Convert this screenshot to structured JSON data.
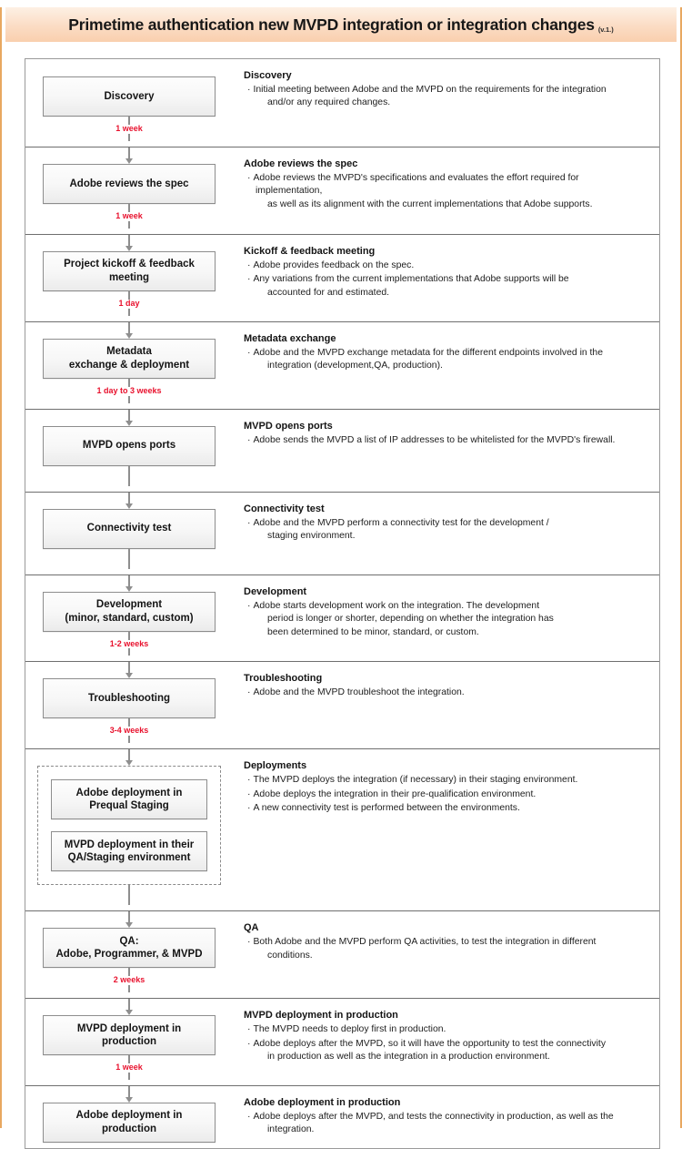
{
  "header": {
    "title": "Primetime authentication new MVPD integration or integration changes",
    "version": "(v.1.)"
  },
  "colors": {
    "accent_orange": "#e8a860",
    "header_band": "#f9cfae",
    "duration_red": "#e8112d",
    "box_border": "#8d8d8d",
    "row_divider": "#6f6f6f"
  },
  "stages": [
    {
      "box": "Discovery",
      "duration_after": "1 week",
      "desc_title": "Discovery",
      "desc_items": [
        {
          "main": "Initial meeting between Adobe and the MVPD on the requirements for the integration",
          "cont": "and/or any required changes."
        }
      ]
    },
    {
      "box": "Adobe reviews the spec",
      "duration_after": "1 week",
      "desc_title": "Adobe reviews the spec",
      "desc_items": [
        {
          "main": "Adobe reviews the MVPD's specifications and evaluates the effort required for implementation,",
          "cont": "as well as its alignment with the current implementations that Adobe supports."
        }
      ]
    },
    {
      "box": "Project kickoff & feedback\nmeeting",
      "duration_after": "1 day",
      "desc_title": "Kickoff & feedback meeting",
      "desc_items": [
        {
          "main": "Adobe provides feedback on the spec.",
          "cont": ""
        },
        {
          "main": "Any variations from the current implementations that Adobe supports will be",
          "cont": "accounted for and estimated."
        }
      ]
    },
    {
      "box": "Metadata\nexchange & deployment",
      "duration_after": "1 day to 3 weeks",
      "desc_title": "Metadata exchange",
      "desc_items": [
        {
          "main": "Adobe and the MVPD exchange metadata for the different endpoints involved in the",
          "cont": "integration (development,QA, production)."
        }
      ]
    },
    {
      "box": "MVPD opens ports",
      "duration_after": "",
      "desc_title": "MVPD opens ports",
      "desc_items": [
        {
          "main": "Adobe sends the MVPD a list of IP addresses to be whitelisted for the MVPD's firewall.",
          "cont": ""
        }
      ]
    },
    {
      "box": "Connectivity test",
      "duration_after": "",
      "desc_title": "Connectivity test",
      "desc_items": [
        {
          "main": "Adobe and the MVPD perform a connectivity test for the development /",
          "cont": "staging environment."
        }
      ]
    },
    {
      "box": "Development\n(minor, standard, custom)",
      "duration_after": "1-2 weeks",
      "desc_title": "Development",
      "desc_items": [
        {
          "main": "Adobe starts development work on the integration. The development",
          "cont": "period is longer or shorter, depending on whether the integration has"
        },
        {
          "main": "",
          "cont": "been determined to be minor, standard, or custom."
        }
      ]
    },
    {
      "box": "Troubleshooting",
      "duration_after": "3-4 weeks",
      "desc_title": "Troubleshooting",
      "desc_items": [
        {
          "main": "Adobe and the MVPD troubleshoot the integration.",
          "cont": ""
        }
      ]
    },
    {
      "box_group": [
        "Adobe deployment in\nPrequal Staging",
        "MVPD deployment in their\nQA/Staging environment"
      ],
      "duration_after": "",
      "desc_title": "Deployments",
      "desc_items": [
        {
          "main": "The MVPD deploys the integration (if necessary) in their staging environment.",
          "cont": ""
        },
        {
          "main": "Adobe deploys the integration in their pre-qualification environment.",
          "cont": ""
        },
        {
          "main": "A new connectivity test is performed between the environments.",
          "cont": ""
        }
      ]
    },
    {
      "box": "QA:\nAdobe, Programmer, & MVPD",
      "duration_after": "2 weeks",
      "desc_title": "QA",
      "desc_items": [
        {
          "main": "Both Adobe and the MVPD perform QA activities, to test the integration in different",
          "cont": "conditions."
        }
      ]
    },
    {
      "box": "MVPD deployment in production",
      "duration_after": "1 week",
      "desc_title": "MVPD deployment in production",
      "desc_items": [
        {
          "main": "The MVPD needs to deploy first in production.",
          "cont": ""
        },
        {
          "main": "Adobe deploys after the MVPD, so it will have the opportunity to test the connectivity",
          "cont": "in production as well as the integration in a production environment."
        }
      ]
    },
    {
      "box": "Adobe deployment in production",
      "duration_after": "",
      "desc_title": "Adobe deployment in production",
      "desc_items": [
        {
          "main": "Adobe deploys after the MVPD, and tests the connectivity in production, as well as the",
          "cont": "integration."
        }
      ]
    }
  ]
}
